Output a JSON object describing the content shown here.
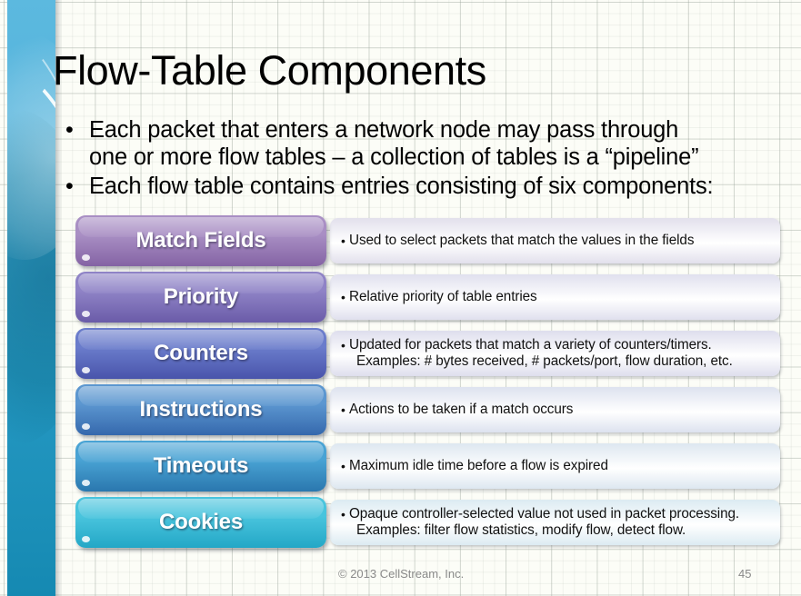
{
  "slide": {
    "title": "Flow-Table Components",
    "bullet_glyph": "•",
    "bullets": [
      {
        "lines": [
          "Each packet that enters a network node may pass through",
          "one or more flow tables – a collection of tables is a “pipeline”"
        ]
      },
      {
        "lines": [
          "Each flow table contains entries consisting of six components:"
        ]
      }
    ],
    "components": [
      {
        "label": "Match Fields",
        "desc_lines": [
          "Used to select packets that match the values in the fields"
        ],
        "pill_color_top": "#a98fc4",
        "pill_color_bottom": "#8463a4",
        "desc_color": "#e2e0ec"
      },
      {
        "label": "Priority",
        "desc_lines": [
          "Relative priority of table entries"
        ],
        "pill_color_top": "#8f83c6",
        "pill_color_bottom": "#6a5ba8",
        "desc_color": "#e0e0ee"
      },
      {
        "label": "Counters",
        "desc_lines": [
          "Updated for packets that match a variety of counters/timers.",
          "Examples: # bytes received, # packets/port, flow duration, etc."
        ],
        "pill_color_top": "#6a7ccb",
        "pill_color_bottom": "#4954ab",
        "desc_color": "#dedeed"
      },
      {
        "label": "Instructions",
        "desc_lines": [
          "Actions to be taken if a match occurs"
        ],
        "pill_color_top": "#5c97d0",
        "pill_color_bottom": "#3568ad",
        "desc_color": "#dde2ef"
      },
      {
        "label": "Timeouts",
        "desc_lines": [
          "Maximum idle time before a flow is expired"
        ],
        "pill_color_top": "#49a3d4",
        "pill_color_bottom": "#2a77ae",
        "desc_color": "#dde7f0"
      },
      {
        "label": "Cookies",
        "desc_lines": [
          "Opaque controller-selected value not used in packet processing.",
          "Examples: filter flow statistics, modify flow, detect flow."
        ],
        "pill_color_top": "#49c4dd",
        "pill_color_bottom": "#23a7c6",
        "desc_color": "#dcebf2"
      }
    ],
    "footer": {
      "copyright": "© 2013 CellStream, Inc.",
      "page_number": "45"
    }
  }
}
